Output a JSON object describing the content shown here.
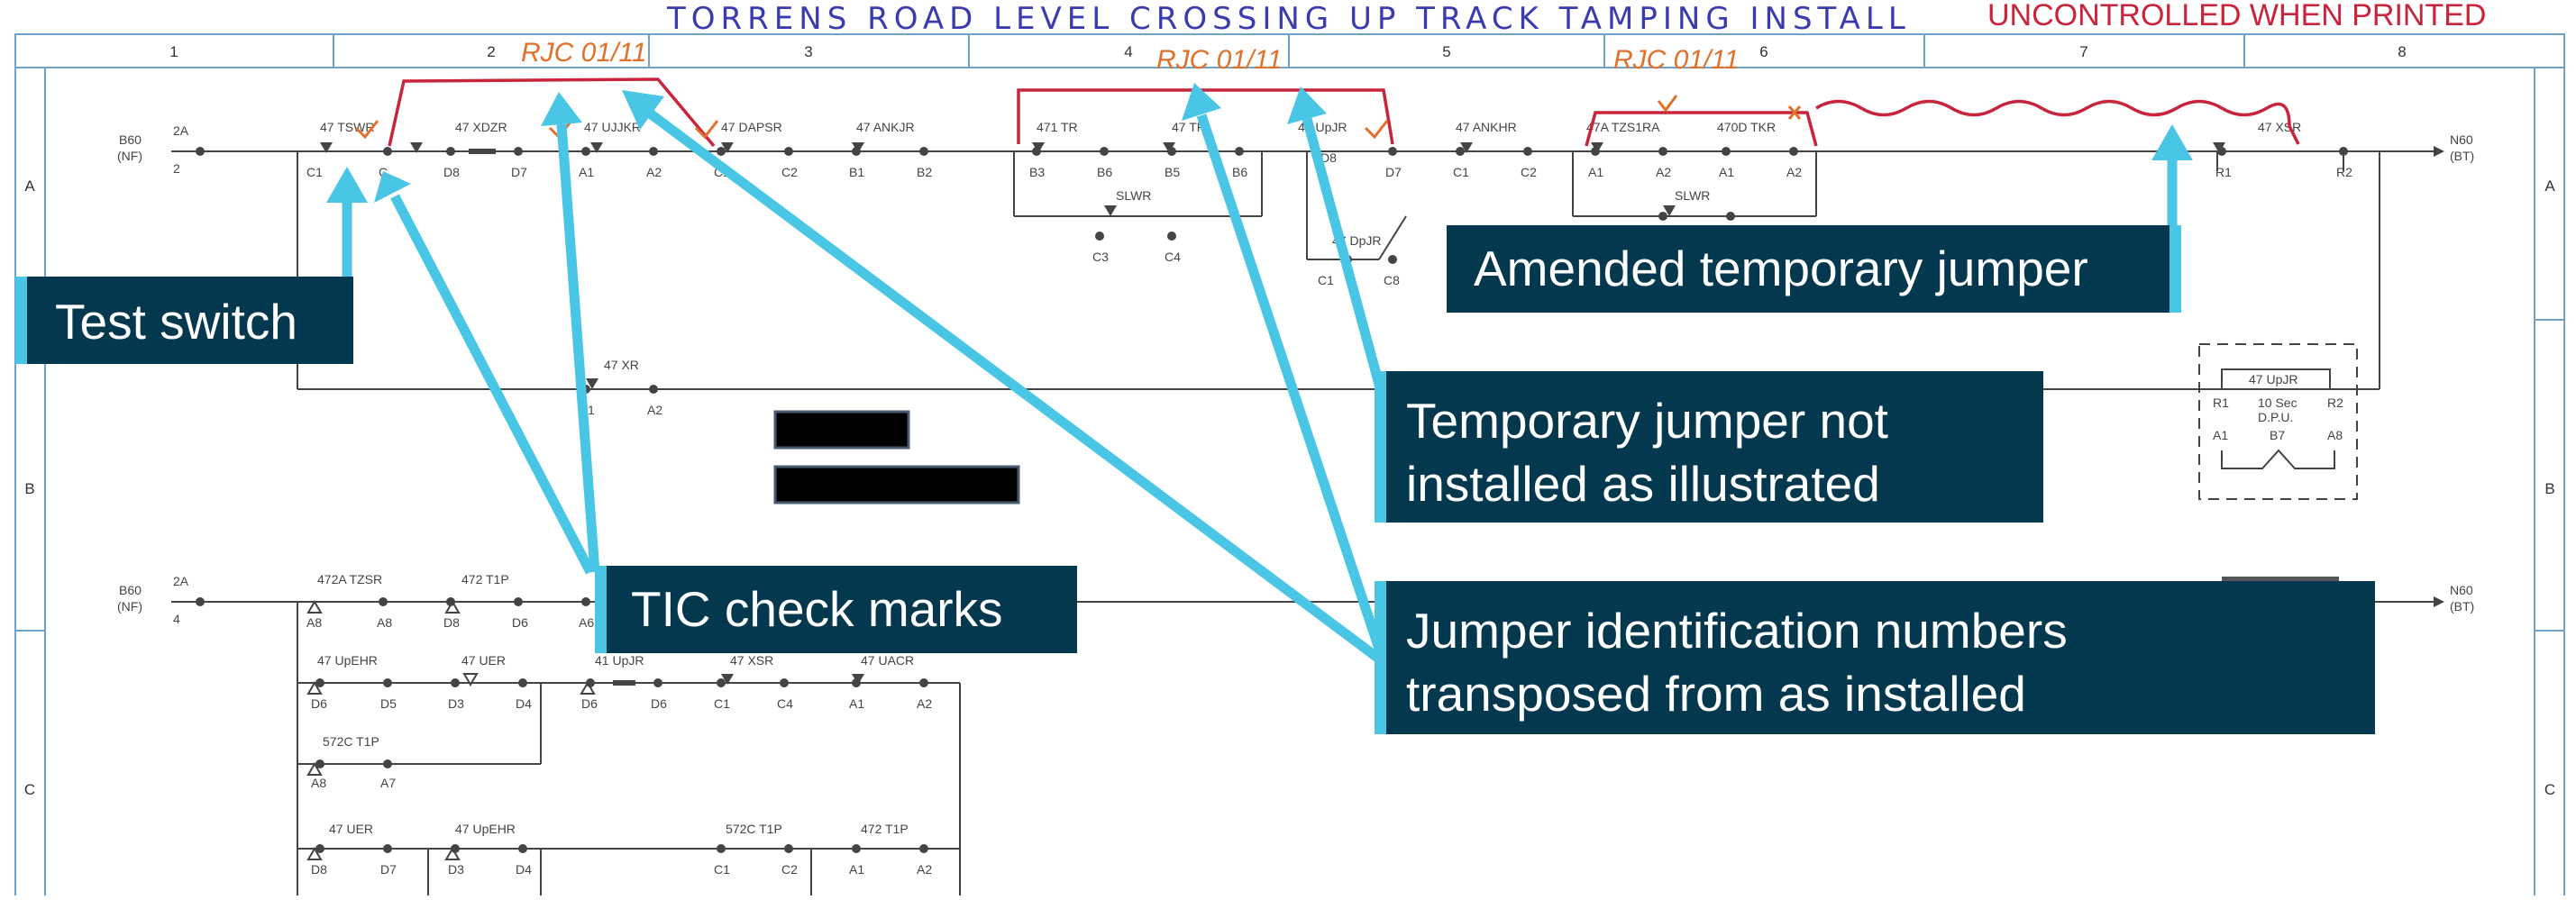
{
  "header": {
    "handwritten_title": "TORRENS ROAD LEVEL CROSSING UP TRACK TAMPING INSTALL",
    "uncontrolled_stamp": "UNCONTROLLED WHEN PRINTED"
  },
  "grid": {
    "columns": [
      "1",
      "2",
      "3",
      "4",
      "5",
      "6",
      "7",
      "8"
    ],
    "rows": [
      "A",
      "B",
      "C"
    ]
  },
  "circuit1": {
    "supply_left": [
      "B60",
      "(NF)"
    ],
    "fuse_left": [
      "2A",
      "2"
    ],
    "supply_right": [
      "N60",
      "(BT)"
    ],
    "contacts": [
      "47 TSWR",
      "47 XDZR",
      "47 UJJKR",
      "47 DAPSR",
      "47 ANKJR",
      "471 TR",
      "47 TR",
      "47 UpJR",
      "47 ANKHR",
      "47A TZS1RA",
      "470D TKR",
      "47 XSR"
    ],
    "terminals": [
      "C1",
      "C",
      "D8",
      "D7",
      "A1",
      "A2",
      "C1",
      "C2",
      "B1",
      "B2",
      "B3",
      "B6",
      "B5",
      "B6",
      "D8",
      "D7",
      "C1",
      "C2",
      "A1",
      "A2",
      "A1",
      "A2",
      "R1",
      "R2"
    ],
    "slwr1": [
      "SLWR",
      "C3",
      "C4"
    ],
    "slwr2": [
      "SLWR",
      "C1",
      "C8"
    ],
    "xr": [
      "47 XR",
      "1",
      "A2"
    ],
    "side_relay": "47 DpJR",
    "timer_box": {
      "title": "47 UpJR",
      "line1": "10 Sec",
      "line2": "D.P.U.",
      "terms": [
        "R1",
        "R2",
        "A1",
        "B7",
        "A8"
      ]
    }
  },
  "circuit2": {
    "supply_left": [
      "B60",
      "(NF)"
    ],
    "fuse_left": [
      "2A",
      "4"
    ],
    "supply_right": [
      "N60",
      "(BT)"
    ],
    "row1": [
      "472A TZSR",
      "472 T1P",
      "A8",
      "A8",
      "D8",
      "D6",
      "A6"
    ],
    "row2": [
      "47 UpEHR",
      "47 UER",
      "41 UpJR",
      "47 XSR",
      "47 UACR",
      "D6",
      "D5",
      "D3",
      "D4",
      "D6",
      "D6",
      "C1",
      "C4",
      "A1",
      "A2"
    ],
    "row3": [
      "572C T1P",
      "A8",
      "A7"
    ],
    "row4": [
      "47 UER",
      "47 UpEHR",
      "572C T1P",
      "472 T1P",
      "D8",
      "D7",
      "D3",
      "D4",
      "C1",
      "C2",
      "A1",
      "A2"
    ]
  },
  "annotations": {
    "initials": [
      "RJC 01/11",
      "RJC 01/11",
      "RJC 01/11"
    ]
  },
  "callouts": {
    "test_switch": "Test switch",
    "amended_jumper": "Amended temporary jumper",
    "jumper_not_installed": [
      "Temporary jumper not",
      "installed as illustrated"
    ],
    "tic_marks": "TIC check marks",
    "jumper_ids": [
      "Jumper identification numbers",
      "transposed from as installed"
    ]
  },
  "colors": {
    "callout_bg": "#03384f",
    "callout_accent": "#49c6e5",
    "arrow": "#49c6e5",
    "redline": "#c8243c",
    "pen_blue": "#3b3bb0",
    "pen_orange": "#e0702a"
  }
}
